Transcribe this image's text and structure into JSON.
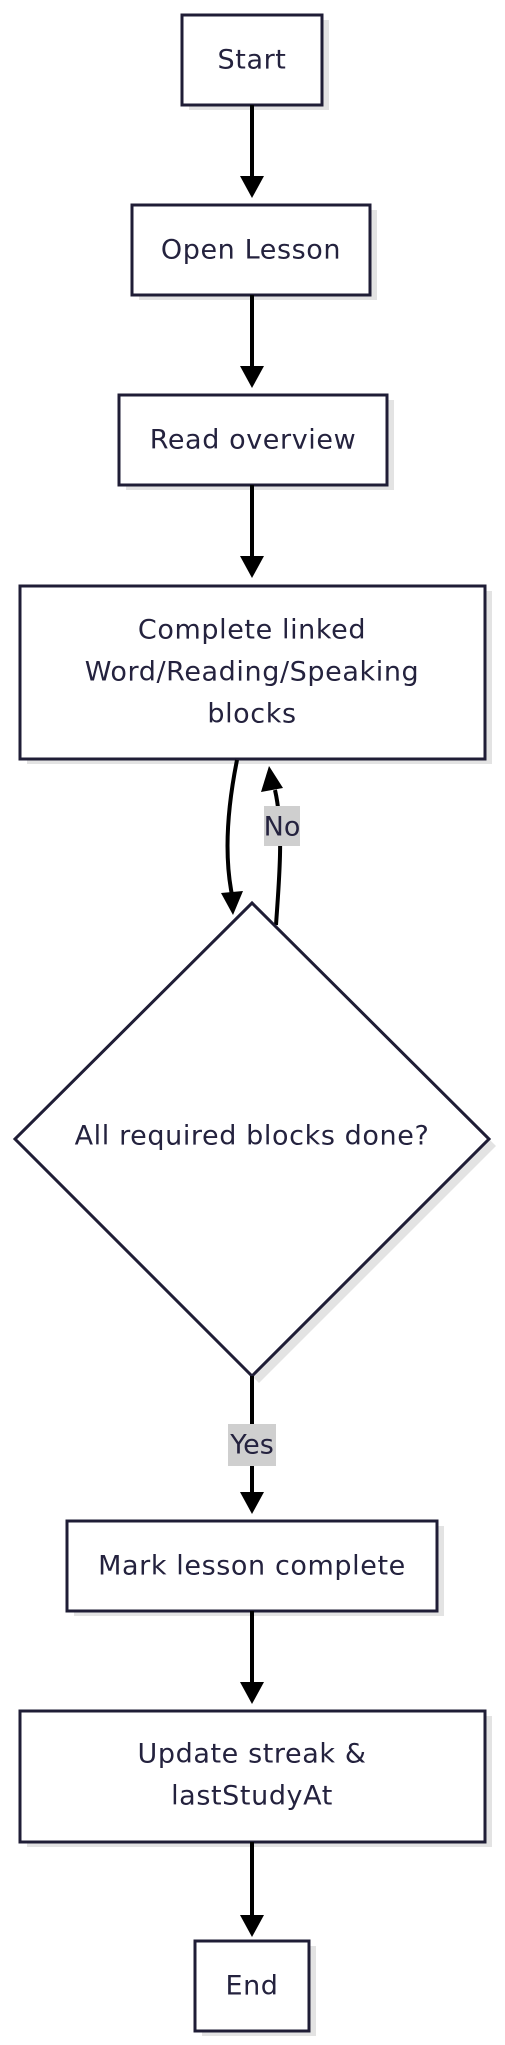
{
  "nodes": {
    "start": "Start",
    "open_lesson": "Open Lesson",
    "read_overview": "Read overview",
    "complete_blocks": [
      "Complete linked",
      "Word/Reading/Speaking",
      "blocks"
    ],
    "decision": "All required blocks done?",
    "mark_complete": "Mark lesson complete",
    "update_streak": [
      "Update streak &",
      "lastStudyAt"
    ],
    "end": "End"
  },
  "edge_labels": {
    "no": "No",
    "yes": "Yes"
  }
}
